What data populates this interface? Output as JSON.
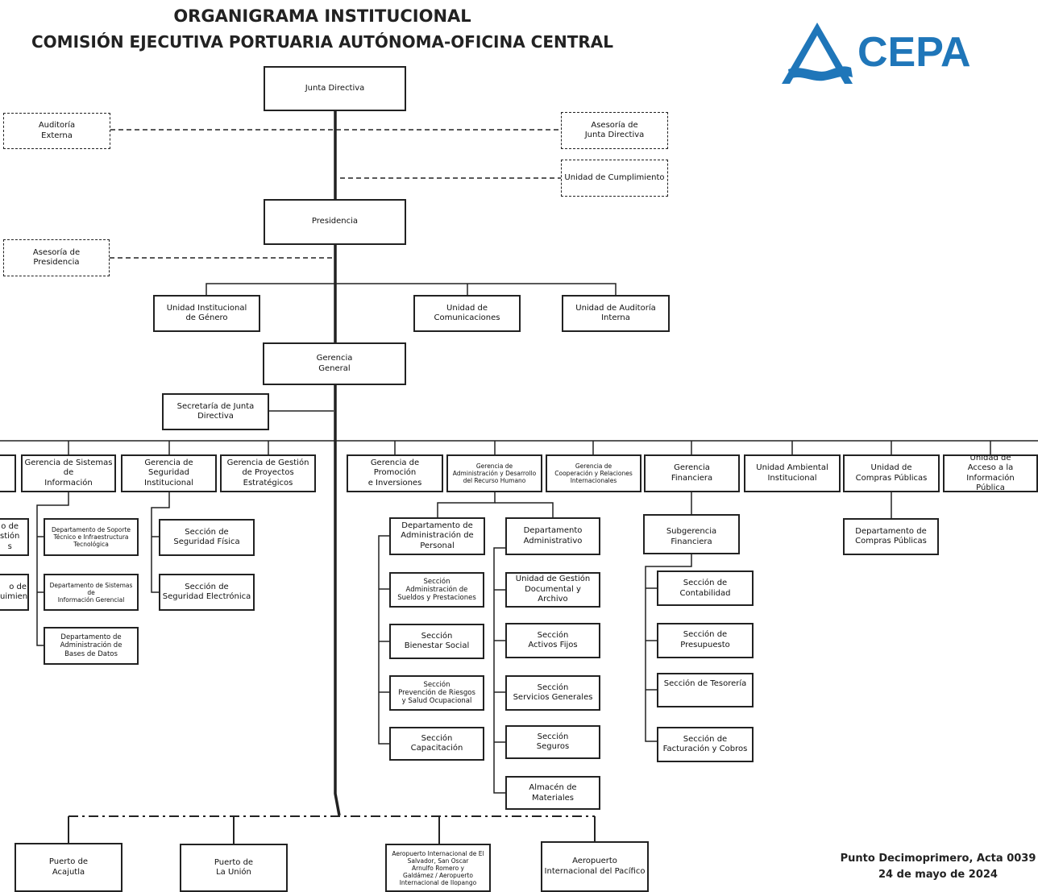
{
  "header": {
    "title_line1": "ORGANIGRAMA INSTITUCIONAL",
    "title_line2": "COMISIÓN EJECUTIVA PORTUARIA AUTÓNOMA-OFICINA CENTRAL",
    "logo_text": "CEPA",
    "logo_color": "#1f76b9"
  },
  "footer": {
    "line1": "Punto Decimoprimero, Acta 0039",
    "line2": "24 de mayo de 2024"
  },
  "org": {
    "junta_directiva": "Junta Directiva",
    "auditoria_externa": "Auditoría\nExterna",
    "asesoria_junta": "Asesoría de\nJunta Directiva",
    "unidad_cumplimiento": "Unidad de Cumplimiento",
    "presidencia": "Presidencia",
    "asesoria_presidencia": "Asesoría de\nPresidencia",
    "unidad_genero": "Unidad Institucional\nde Género",
    "unidad_comunicaciones": "Unidad de Comunicaciones",
    "unidad_auditoria_interna": "Unidad de Auditoría Interna",
    "gerencia_general": "Gerencia\nGeneral",
    "secretaria_junta": "Secretaría de Junta\nDirectiva",
    "gerencia_legal_partial": "",
    "gerencia_sistemas": "Gerencia de Sistemas de\nInformación",
    "gerencia_seguridad": "Gerencia de Seguridad\nInstitucional",
    "gerencia_proyectos": "Gerencia de Gestión\nde Proyectos Estratégicos",
    "gerencia_promocion": "Gerencia de Promoción\ne Inversiones",
    "gerencia_rrhh": "Gerencia de\nAdministración y Desarrollo\ndel Recurso Humano",
    "gerencia_cooperacion": "Gerencia de\nCooperación y Relaciones\nInternacionales",
    "gerencia_financiera": "Gerencia\nFinanciera",
    "unidad_ambiental": "Unidad Ambiental\nInstitucional",
    "unidad_compras": "Unidad de\nCompras Públicas",
    "unidad_acceso": "Unidad de\nAcceso a la Información\nPública",
    "left_partial_1": "o de\nstión\ns",
    "left_partial_2": "o de\nuimiento",
    "depto_soporte": "Departamento de Soporte\nTécnico e Infraestructura\nTecnológica",
    "depto_sistemas": "Departamento de Sistemas de\nInformación Gerencial",
    "depto_bases": "Departamento de\nAdministración de\nBases de Datos",
    "seccion_seg_fisica": "Sección de\nSeguridad Física",
    "seccion_seg_electronica": "Sección de\nSeguridad Electrónica",
    "depto_personal": "Departamento de\nAdministración de\nPersonal",
    "seccion_sueldos": "Sección\nAdministración de\nSueldos y Prestaciones",
    "seccion_bienestar": "Sección\nBienestar Social",
    "seccion_riesgos": "Sección\nPrevención de Riesgos\ny Salud Ocupacional",
    "seccion_capacitacion": "Sección\nCapacitación",
    "depto_administrativo": "Departamento\nAdministrativo",
    "unidad_documental": "Unidad de Gestión\nDocumental y Archivo",
    "seccion_activos": "Sección\nActivos Fijos",
    "seccion_servicios": "Sección\nServicios Generales",
    "seccion_seguros": "Sección\nSeguros",
    "almacen": "Almacén de Materiales",
    "subgerencia_financiera": "Subgerencia Financiera",
    "seccion_contabilidad": "Sección de Contabilidad",
    "seccion_presupuesto": "Sección de Presupuesto",
    "seccion_tesoreria": "Sección de        Tesorería",
    "seccion_facturacion": "Sección de\nFacturación y Cobros",
    "depto_compras": "Departamento de\nCompras Públicas",
    "puerto_acajutla": "Puerto de\nAcajutla",
    "puerto_union": "Puerto de\nLa Unión",
    "aeropuerto_salvador": "Aeropuerto Internacional de El\nSalvador, San Oscar\nArnulfo Romero y\nGaldámez / Aeropuerto\nInternacional de Ilopango",
    "aeropuerto_pacifico": "Aeropuerto\nInternacional del Pacífico"
  }
}
